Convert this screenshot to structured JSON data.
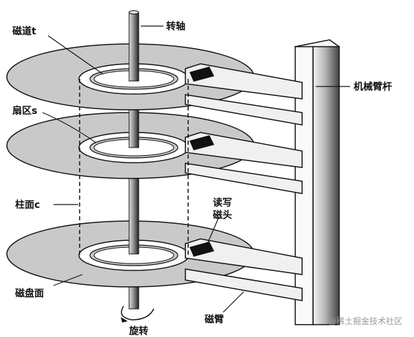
{
  "labels": {
    "spindle": "转轴",
    "track": "磁道t",
    "sector": "扇区s",
    "cylinder": "柱面c",
    "platter": "磁盘面",
    "rw_head_line1": "读写",
    "rw_head_line2": "磁头",
    "arm_rod": "机械臂杆",
    "arm": "磁臂",
    "rotation": "旋转"
  },
  "watermark": "@稀土掘金技术社区",
  "colors": {
    "platter": "#c9c9c9",
    "ring": "#ffffff",
    "ink": "#111111",
    "rod": "#bdbdbd",
    "rod_dark": "#3a3a3a"
  }
}
